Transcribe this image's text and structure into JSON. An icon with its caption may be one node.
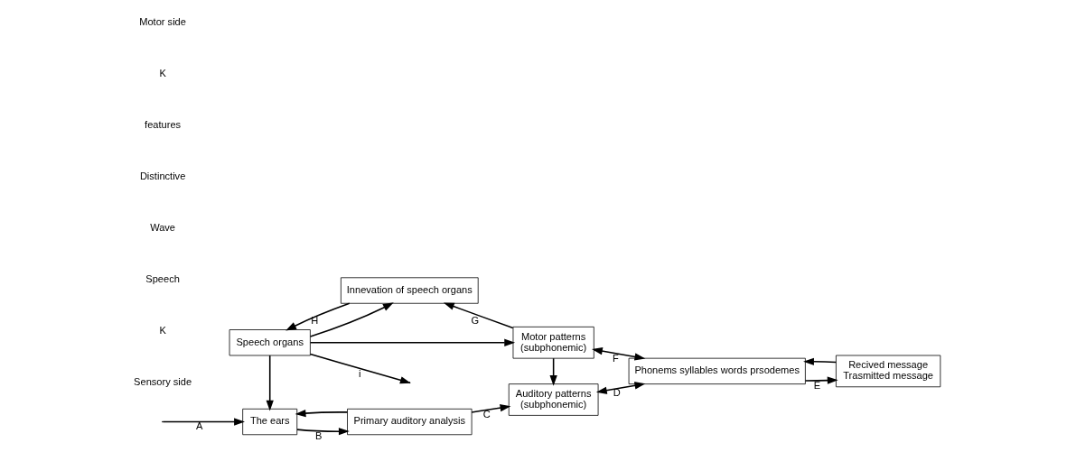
{
  "diagram": {
    "nodes": [
      {
        "text": [
          "The ears"
        ]
      },
      {
        "text": [
          "Primary auditory analysis"
        ]
      },
      {
        "text": [
          "Auditory patterns",
          "(subphonemic)"
        ]
      },
      {
        "text": [
          "Phonems syllables words prsodemes"
        ]
      },
      {
        "text": [
          "Recived message",
          "Trasmitted message"
        ]
      },
      {
        "text": [
          "Speech organs"
        ]
      },
      {
        "text": [
          "Innevation of speech organs"
        ]
      },
      {
        "text": [
          "Motor patterns",
          "(subphonemic)"
        ]
      }
    ],
    "edges": [
      {
        "from": null,
        "to": 0,
        "arrow": "to",
        "label": "A"
      },
      {
        "from": 0,
        "to": 1,
        "arrow": "to",
        "label": "B"
      },
      {
        "from": 1,
        "to": 0,
        "arrow": "to"
      },
      {
        "from": 1,
        "to": 2,
        "arrow": "to",
        "label": "C"
      },
      {
        "from": 2,
        "to": 3,
        "arrow": "both",
        "label": "D"
      },
      {
        "from": 3,
        "to": 4,
        "arrow": "to",
        "label": "E"
      },
      {
        "from": 4,
        "to": 3,
        "arrow": "to"
      },
      {
        "from": 3,
        "to": 7,
        "arrow": "both",
        "label": "F"
      },
      {
        "from": 7,
        "to": 2,
        "arrow": "to"
      },
      {
        "from": 7,
        "to": 6,
        "arrow": "to",
        "label": "G"
      },
      {
        "from": 6,
        "to": 5,
        "arrow": "to",
        "label": "H"
      },
      {
        "from": 5,
        "to": null,
        "arrow": "to",
        "label": "i"
      },
      {
        "from": 5,
        "to": 0,
        "arrow": "to"
      },
      {
        "from": 5,
        "to": 6,
        "arrow": "to"
      },
      {
        "from": 5,
        "to": 7,
        "arrow": "to"
      }
    ],
    "labels": [
      "Sensory side",
      "K",
      "Speech",
      "Wave",
      "Distinctive",
      "features",
      "K",
      "Motor side"
    ]
  }
}
